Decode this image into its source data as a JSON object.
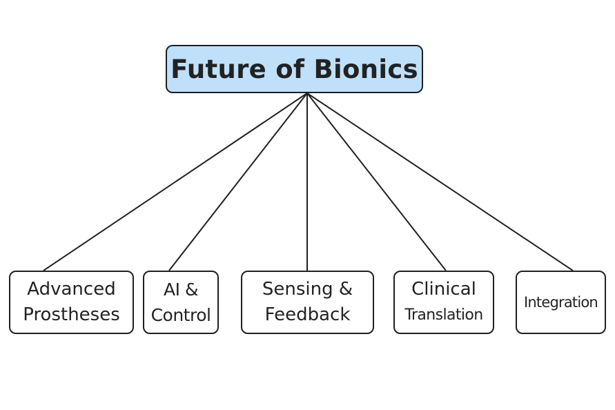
{
  "diagram": {
    "root": {
      "label": "Future of Bionics",
      "fill": "#bfe0fb"
    },
    "children": [
      {
        "lines": [
          "Advanced",
          "Prostheses"
        ]
      },
      {
        "lines": [
          "AI &",
          "Control"
        ]
      },
      {
        "lines": [
          "Sensing &",
          "Feedback"
        ]
      },
      {
        "lines": [
          "Clinical",
          "Translation"
        ]
      },
      {
        "lines": [
          "Integration"
        ]
      }
    ],
    "stroke_color": "#1f1f1f"
  }
}
